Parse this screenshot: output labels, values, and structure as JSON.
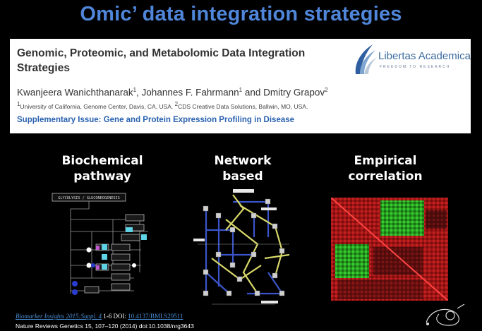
{
  "slide": {
    "title": "Omic’ data integration strategies"
  },
  "paper": {
    "title": "Genomic, Proteomic, and Metabolomic Data Integration Strategies",
    "authors": {
      "a1": "Kwanjeera Wanichthanarak",
      "a1_sup": "1",
      "a2": ", Johannes F. Fahrmann",
      "a2_sup": "1",
      "a3": " and Dmitry Grapov",
      "a3_sup": "2"
    },
    "affiliation": {
      "s1": "1",
      "t1": "University of California, Genome Center, Davis, CA, USA. ",
      "s2": "2",
      "t2": "CDS Creative Data Solutions, Ballwin, MO, USA."
    },
    "issue": "Supplementary Issue: Gene and Protein Expression Profiling in Disease",
    "logo": {
      "name": "Libertas Academica",
      "tagline": "FREEDOM TO RESEARCH"
    }
  },
  "strategies": [
    {
      "line1": "Biochemical",
      "line2": "pathway"
    },
    {
      "line1": "Network",
      "line2": "based"
    },
    {
      "line1": "Empirical",
      "line2": "correlation"
    }
  ],
  "pathway": {
    "header": "GLYCOLYSIS / GLUCONEOGENESIS"
  },
  "footer": {
    "journal": "Biomarker Insights",
    "detail": " 2015:Suppl. 4",
    "pages": " 1-6 DOI: ",
    "doi": "10.4137/BMI.S29511",
    "line2": "Nature Reviews Genetics 15, 107–120 (2014) doi:10.1038/nrg3643"
  },
  "colors": {
    "title": "#4f86d9",
    "issue": "#2a62b0",
    "link": "#4a8fd6",
    "network_edge_blue": "#3b55c8",
    "network_edge_yellow": "#d8d86a",
    "heat_red": "#b01818",
    "heat_green": "#22c722"
  }
}
